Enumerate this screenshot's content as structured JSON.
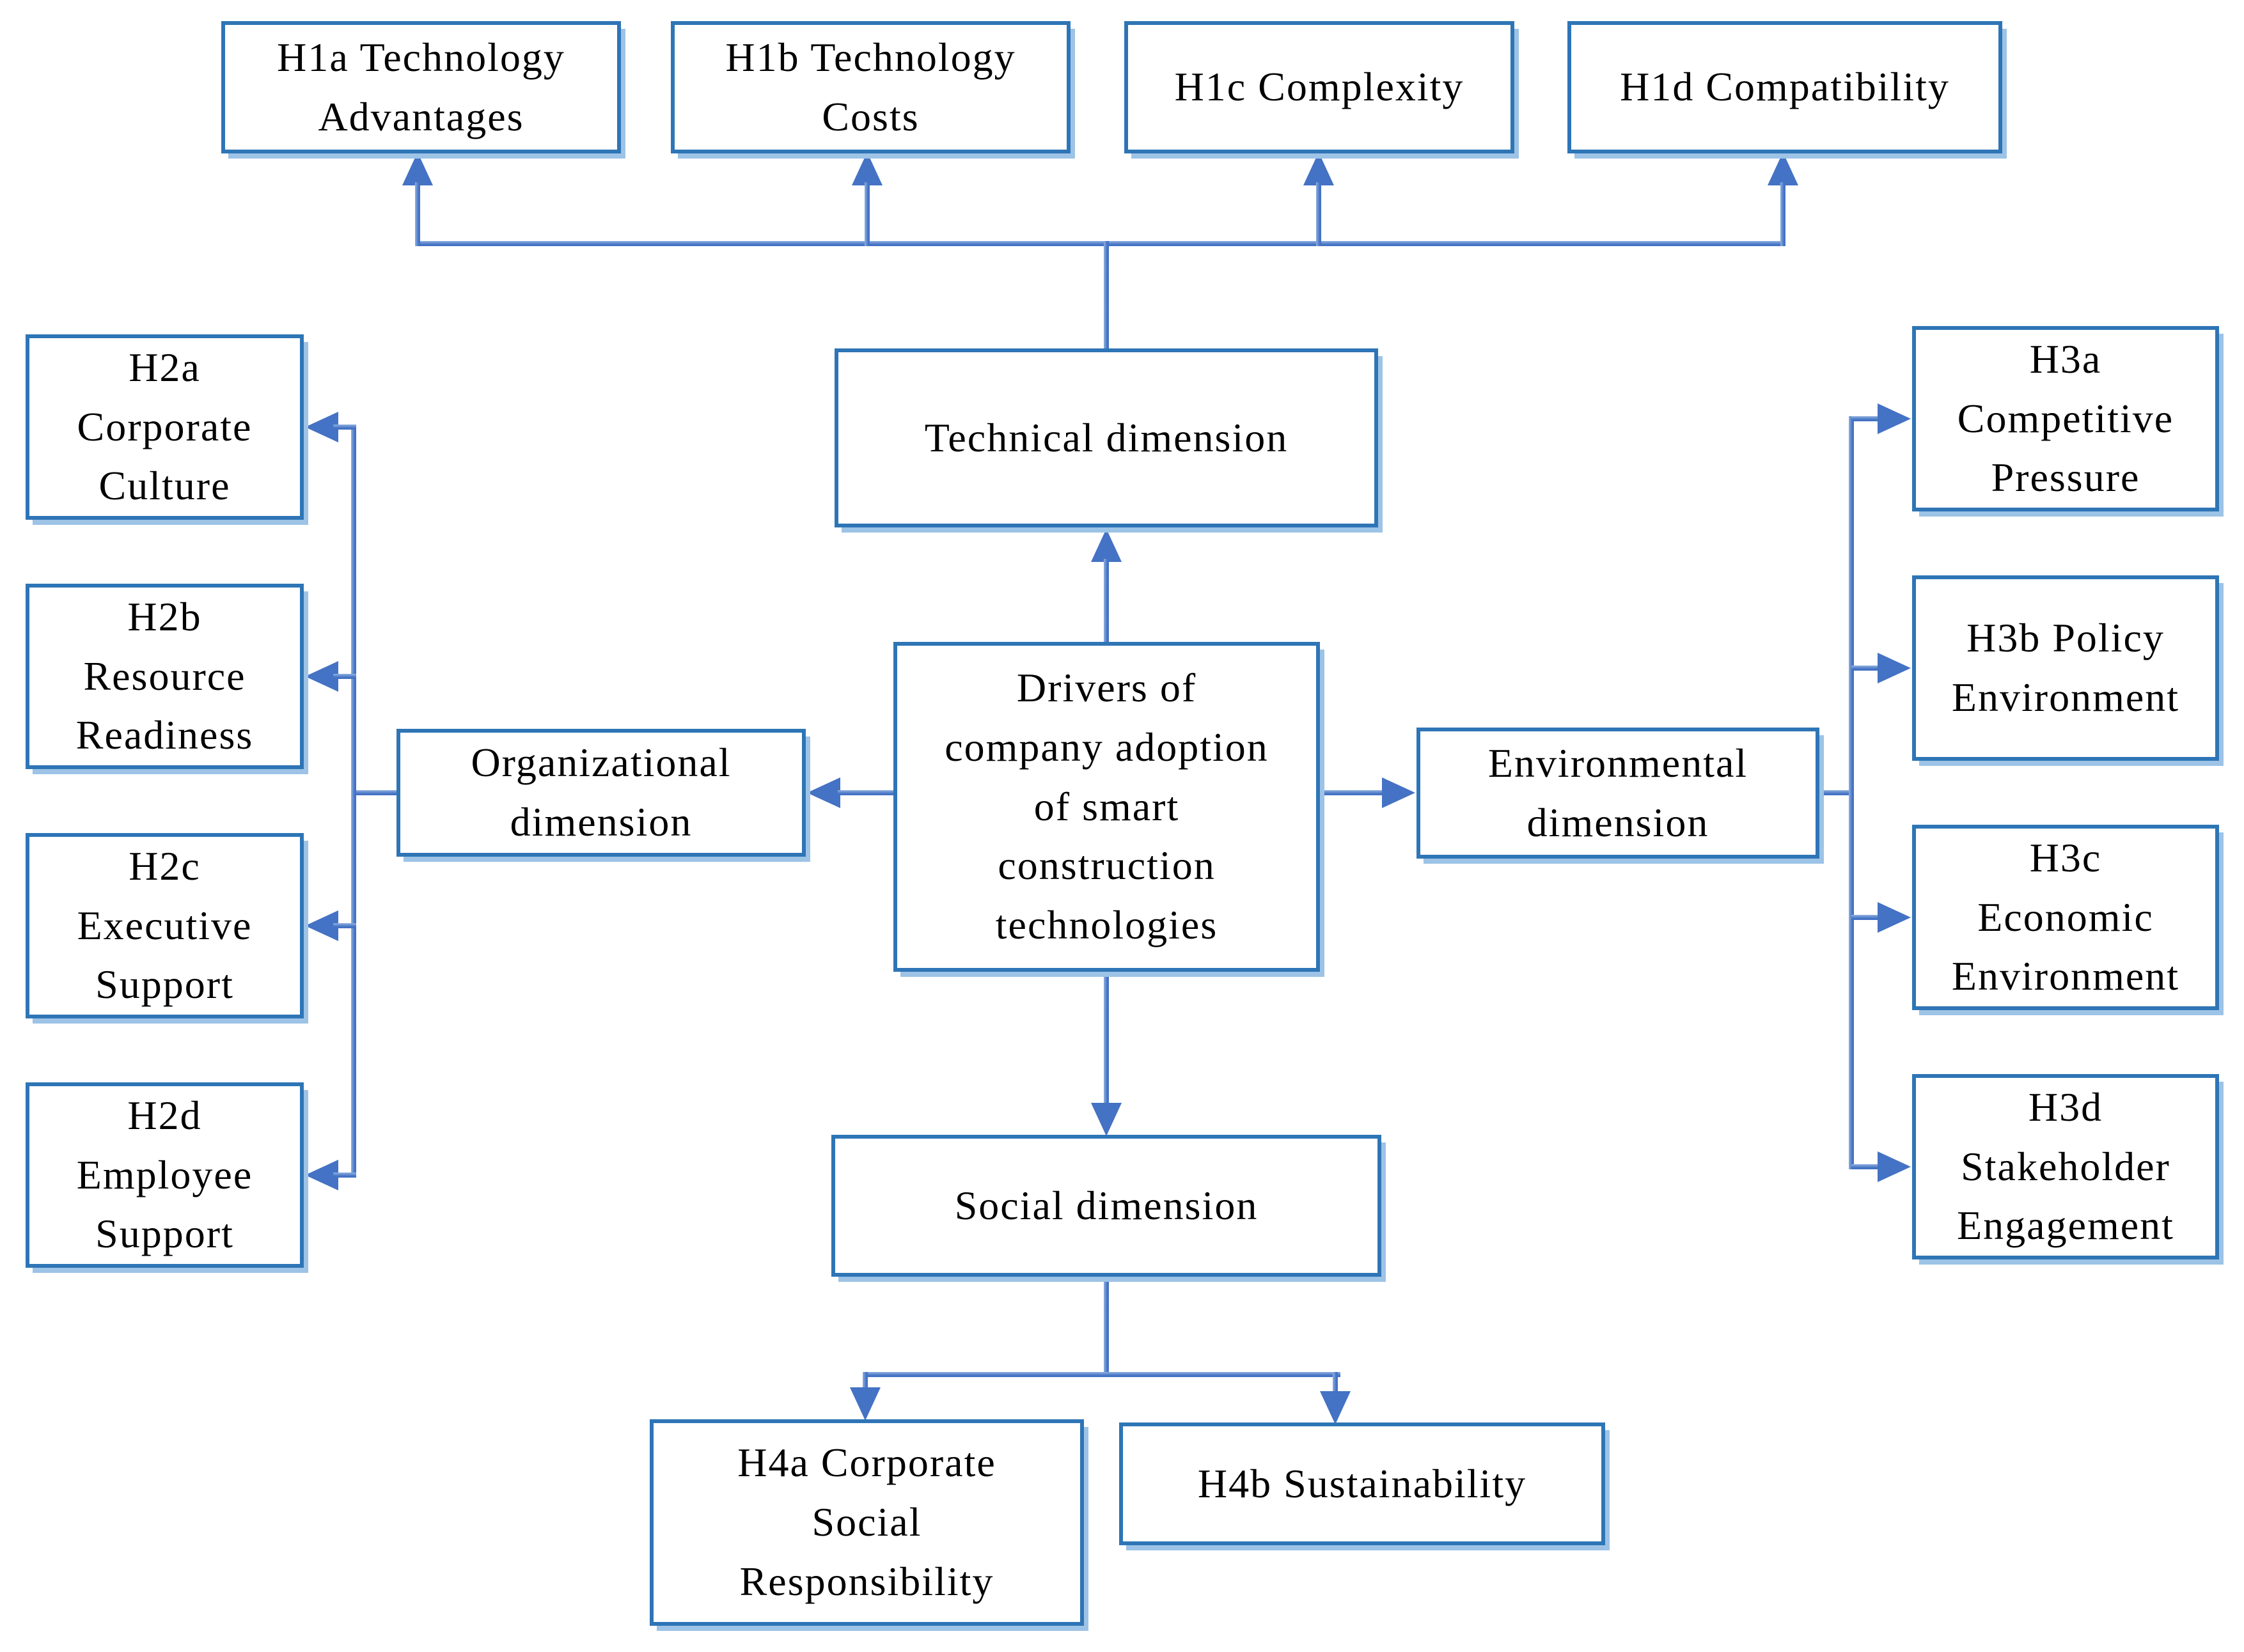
{
  "figure": {
    "background": "#FFFFFF",
    "colors": {
      "box_border": "#2E75B6",
      "box_shadow": "#9DC3E6",
      "connector": "#4472C4",
      "text": "#000000"
    },
    "center": {
      "label": "Drivers of\ncompany adoption\nof smart\nconstruction\ntechnologies"
    },
    "dimensions": {
      "technical": {
        "label": "Technical dimension"
      },
      "organizational": {
        "label": "Organizational\ndimension"
      },
      "environmental": {
        "label": "Environmental\ndimension"
      },
      "social": {
        "label": "Social dimension"
      }
    },
    "hypotheses": {
      "h1a": {
        "label": "H1a Technology\nAdvantages"
      },
      "h1b": {
        "label": "H1b Technology\nCosts"
      },
      "h1c": {
        "label": "H1c Complexity"
      },
      "h1d": {
        "label": "H1d Compatibility"
      },
      "h2a": {
        "label": "H2a\nCorporate\nCulture"
      },
      "h2b": {
        "label": "H2b\nResource\nReadiness"
      },
      "h2c": {
        "label": "H2c\nExecutive\nSupport"
      },
      "h2d": {
        "label": "H2d\nEmployee\nSupport"
      },
      "h3a": {
        "label": "H3a\nCompetitive\nPressure"
      },
      "h3b": {
        "label": "H3b Policy\nEnvironment"
      },
      "h3c": {
        "label": "H3c\nEconomic\nEnvironment"
      },
      "h3d": {
        "label": "H3d\nStakeholder\nEngagement"
      },
      "h4a": {
        "label": "H4a Corporate\nSocial\nResponsibility"
      },
      "h4b": {
        "label": "H4b Sustainability"
      }
    }
  }
}
